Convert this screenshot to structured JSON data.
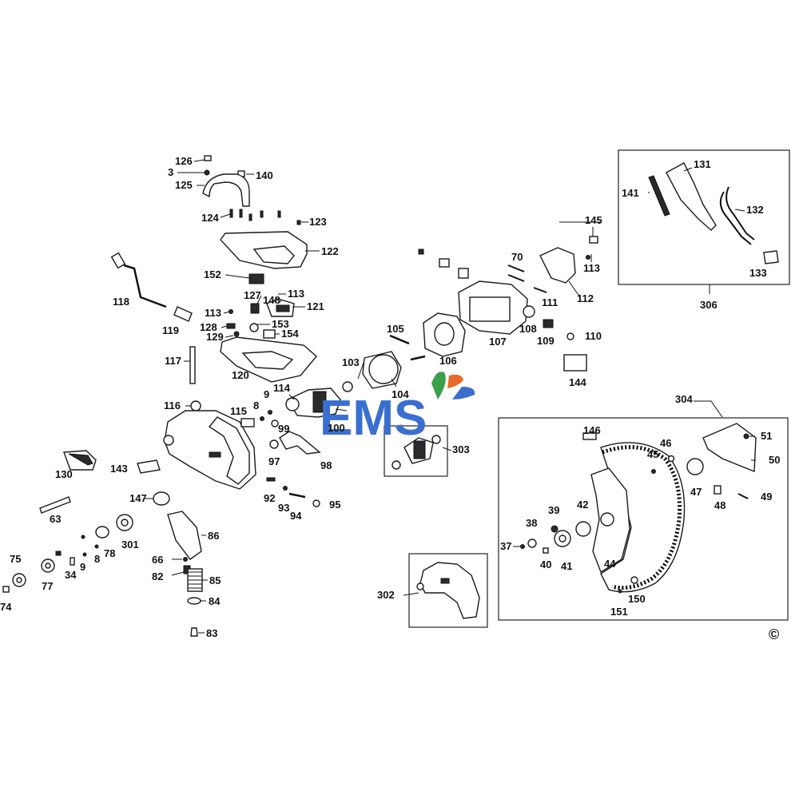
{
  "diagram": {
    "copyright_mark": "©",
    "watermark_text": "EMS",
    "colors": {
      "logo_blue": "#3a6fd0",
      "logo_green": "#3aa04a",
      "logo_orange": "#e86a2a",
      "ink": "#111111"
    },
    "labels": [
      {
        "id": "126",
        "text": "126"
      },
      {
        "id": "3a",
        "text": "3"
      },
      {
        "id": "140",
        "text": "140"
      },
      {
        "id": "125",
        "text": "125"
      },
      {
        "id": "124",
        "text": "124"
      },
      {
        "id": "123",
        "text": "123"
      },
      {
        "id": "122",
        "text": "122"
      },
      {
        "id": "118",
        "text": "118"
      },
      {
        "id": "152",
        "text": "152"
      },
      {
        "id": "127",
        "text": "127"
      },
      {
        "id": "113a",
        "text": "113"
      },
      {
        "id": "148",
        "text": "148"
      },
      {
        "id": "121",
        "text": "121"
      },
      {
        "id": "113b",
        "text": "113"
      },
      {
        "id": "119",
        "text": "119"
      },
      {
        "id": "128",
        "text": "128"
      },
      {
        "id": "153",
        "text": "153"
      },
      {
        "id": "129",
        "text": "129"
      },
      {
        "id": "154",
        "text": "154"
      },
      {
        "id": "117",
        "text": "117"
      },
      {
        "id": "120",
        "text": "120"
      },
      {
        "id": "116",
        "text": "116"
      },
      {
        "id": "114",
        "text": "114"
      },
      {
        "id": "9a",
        "text": "9"
      },
      {
        "id": "8a",
        "text": "8"
      },
      {
        "id": "115",
        "text": "115"
      },
      {
        "id": "99",
        "text": "99"
      },
      {
        "id": "100",
        "text": "100"
      },
      {
        "id": "97",
        "text": "97"
      },
      {
        "id": "98",
        "text": "98"
      },
      {
        "id": "92",
        "text": "92"
      },
      {
        "id": "93",
        "text": "93"
      },
      {
        "id": "94",
        "text": "94"
      },
      {
        "id": "95",
        "text": "95"
      },
      {
        "id": "130",
        "text": "130"
      },
      {
        "id": "143",
        "text": "143"
      },
      {
        "id": "147",
        "text": "147"
      },
      {
        "id": "63",
        "text": "63"
      },
      {
        "id": "86",
        "text": "86"
      },
      {
        "id": "301",
        "text": "301"
      },
      {
        "id": "78",
        "text": "78"
      },
      {
        "id": "8b",
        "text": "8"
      },
      {
        "id": "9b",
        "text": "9"
      },
      {
        "id": "34",
        "text": "34"
      },
      {
        "id": "66",
        "text": "66"
      },
      {
        "id": "82",
        "text": "82"
      },
      {
        "id": "85",
        "text": "85"
      },
      {
        "id": "75",
        "text": "75"
      },
      {
        "id": "77",
        "text": "77"
      },
      {
        "id": "84",
        "text": "84"
      },
      {
        "id": "74",
        "text": "74"
      },
      {
        "id": "83",
        "text": "83"
      },
      {
        "id": "105",
        "text": "105"
      },
      {
        "id": "106",
        "text": "106"
      },
      {
        "id": "103",
        "text": "103"
      },
      {
        "id": "104",
        "text": "104"
      },
      {
        "id": "70",
        "text": "70"
      },
      {
        "id": "107",
        "text": "107"
      },
      {
        "id": "111",
        "text": "111"
      },
      {
        "id": "108",
        "text": "108"
      },
      {
        "id": "109",
        "text": "109"
      },
      {
        "id": "110",
        "text": "110"
      },
      {
        "id": "145",
        "text": "145"
      },
      {
        "id": "113c",
        "text": "113"
      },
      {
        "id": "112",
        "text": "112"
      },
      {
        "id": "144",
        "text": "144"
      },
      {
        "id": "303",
        "text": "303"
      },
      {
        "id": "131",
        "text": "131"
      },
      {
        "id": "141",
        "text": "141"
      },
      {
        "id": "132",
        "text": "132"
      },
      {
        "id": "133",
        "text": "133"
      },
      {
        "id": "306",
        "text": "306"
      },
      {
        "id": "304",
        "text": "304"
      },
      {
        "id": "146",
        "text": "146"
      },
      {
        "id": "51",
        "text": "51"
      },
      {
        "id": "46",
        "text": "46"
      },
      {
        "id": "45",
        "text": "45"
      },
      {
        "id": "50",
        "text": "50"
      },
      {
        "id": "47",
        "text": "47"
      },
      {
        "id": "48",
        "text": "48"
      },
      {
        "id": "49",
        "text": "49"
      },
      {
        "id": "39",
        "text": "39"
      },
      {
        "id": "42",
        "text": "42"
      },
      {
        "id": "38",
        "text": "38"
      },
      {
        "id": "37",
        "text": "37"
      },
      {
        "id": "40",
        "text": "40"
      },
      {
        "id": "41",
        "text": "41"
      },
      {
        "id": "44",
        "text": "44"
      },
      {
        "id": "150",
        "text": "150"
      },
      {
        "id": "151",
        "text": "151"
      },
      {
        "id": "302",
        "text": "302"
      }
    ]
  }
}
